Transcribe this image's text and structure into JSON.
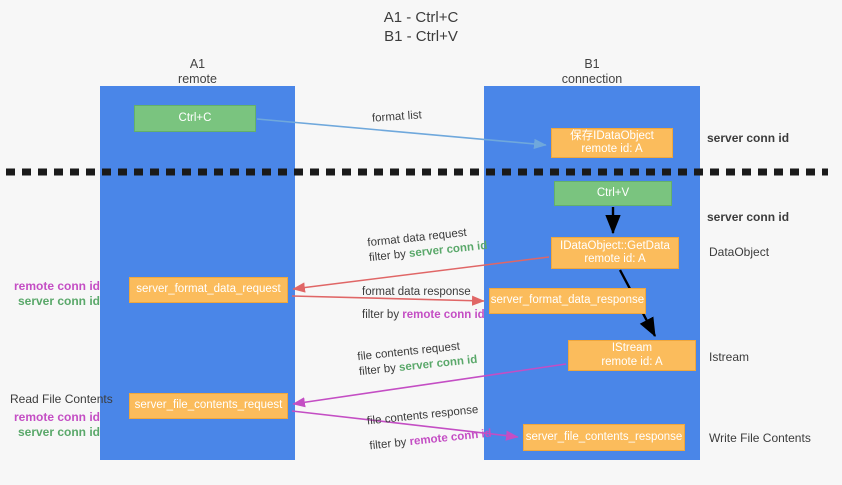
{
  "title": {
    "line1": "A1 - Ctrl+C",
    "line2": "B1 - Ctrl+V"
  },
  "colors": {
    "lane": "#4a86e8",
    "orange": "#fbbc5c",
    "green_box": "#7ac47f",
    "server_conn_text": "#5aa86a",
    "remote_conn_text": "#c44ec4",
    "background": "#f7f7f7",
    "arrow_blue": "#6fa8dc",
    "arrow_red": "#e06666",
    "arrow_magenta": "#c44ec4",
    "arrow_black": "#000000"
  },
  "lanes": [
    {
      "id": "a1",
      "name": "A1",
      "sub": "remote"
    },
    {
      "id": "b1",
      "name": "B1",
      "sub": "connection"
    }
  ],
  "boxes": {
    "ctrl_c": {
      "line1": "Ctrl+C"
    },
    "save_idataobject": {
      "line1": "保存IDataObject",
      "line2": "remote id: A"
    },
    "ctrl_v": {
      "line1": "Ctrl+V"
    },
    "getdata": {
      "line1": "IDataObject::GetData",
      "line2": "remote id: A"
    },
    "format_data_request": {
      "line1": "server_format_data_request"
    },
    "format_data_response": {
      "line1": "server_format_data_response"
    },
    "istream": {
      "line1": "IStream",
      "line2": "remote id: A"
    },
    "file_contents_request": {
      "line1": "server_file_contents_request"
    },
    "file_contents_response": {
      "line1": "server_file_contents_response"
    }
  },
  "captions": {
    "format_list": "format list",
    "format_data_request": {
      "line1": "format data request",
      "prefix": "filter by ",
      "highlight": "server conn id"
    },
    "format_data_response": {
      "line1": "format data response",
      "prefix": "filter by ",
      "highlight": "remote conn id"
    },
    "file_contents_request": {
      "line1": "file contents request",
      "prefix": "filter by ",
      "highlight": "server conn id"
    },
    "file_contents_response": {
      "line1": "file contents response",
      "prefix": "filter by ",
      "highlight": "remote conn id"
    }
  },
  "side_labels": {
    "right_server_conn_1": "server conn id",
    "right_server_conn_2": "server conn id",
    "dataobject": "DataObject",
    "istream": "Istream",
    "write_file_contents": "Write File Contents",
    "read_file_contents": "Read File Contents",
    "left_remote_conn_1": "remote conn id",
    "left_server_conn_1": "server conn id",
    "left_remote_conn_2": "remote conn id",
    "left_server_conn_2": "server conn id"
  },
  "divider": {
    "style": "dashed",
    "color": "#1a1a1a"
  }
}
